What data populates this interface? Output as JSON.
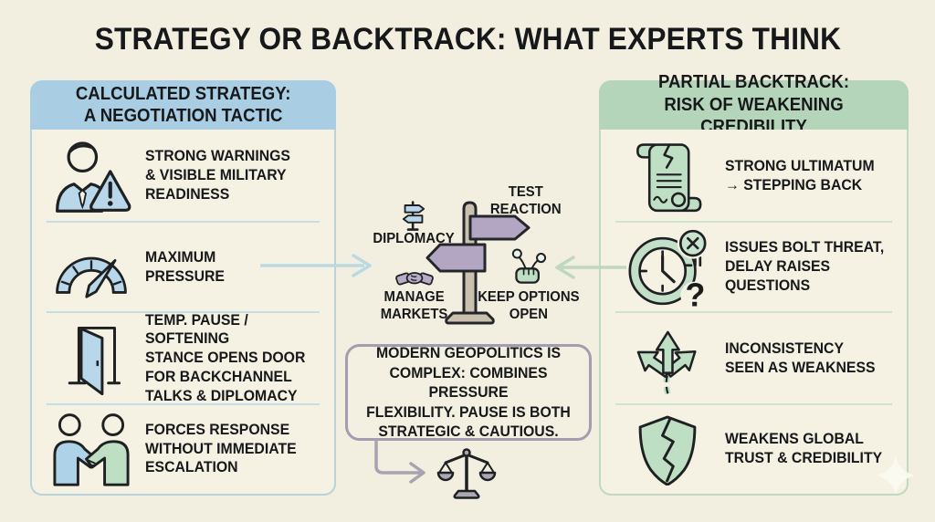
{
  "title": "STRATEGY OR BACKTRACK: WHAT EXPERTS THINK",
  "left_panel": {
    "header": "CALCULATED STRATEGY:\nA NEGOTIATION TACTIC",
    "items": [
      {
        "icon": "person-warning-icon",
        "text": "STRONG WARNINGS\n& VISIBLE MILITARY\nREADINESS"
      },
      {
        "icon": "gauge-icon",
        "text": "MAXIMUM\nPRESSURE"
      },
      {
        "icon": "open-door-icon",
        "text": "TEMP. PAUSE / SOFTENING\nSTANCE OPENS DOOR\nFOR BACKCHANNEL\nTALKS & DIPLOMACY"
      },
      {
        "icon": "handshake-people-icon",
        "text": "FORCES RESPONSE\nWITHOUT IMMEDIATE\nESCALATION"
      }
    ]
  },
  "right_panel": {
    "header": "PARTIAL BACKTRACK:\nRISK OF WEAKENING CREDIBILITY",
    "items": [
      {
        "icon": "torn-scroll-icon",
        "text": "STRONG ULTIMATUM\n→ STEPPING BACK"
      },
      {
        "icon": "clock-question-icon",
        "text": "ISSUES BOLT THREAT,\nDELAY RAISES\nQUESTIONS"
      },
      {
        "icon": "branching-arrows-icon",
        "text": "INCONSISTENCY\nSEEN AS WEAKNESS"
      },
      {
        "icon": "broken-shield-icon",
        "text": "WEAKENS GLOBAL\nTRUST & CREDIBILITY"
      }
    ]
  },
  "center": {
    "labels": {
      "test_reaction": "TEST\nREACTION",
      "diplomacy": "DIPLOMACY",
      "manage_markets": "MANAGE\nMARKETS",
      "keep_options_open": "KEEP OPTIONS\nOPEN"
    },
    "note": "MODERN GEOPOLITICS IS\nCOMPLEX: COMBINES PRESSURE\nFLEXIBILITY. PAUSE IS BOTH\nSTRATEGIC & CAUTIOUS."
  },
  "colors": {
    "background": "#f2efe0",
    "panel_body": "#f5f2e3",
    "blue_header": "#a9cee3",
    "green_header": "#b5d5bb",
    "blue_icon_fill": "#b8d7ea",
    "green_icon_fill": "#bfdfc5",
    "purple_sign": "#b3a6c3",
    "pole_tan": "#c9c0b0",
    "arrow_blue": "#b9dae3",
    "arrow_green": "#bdd8bf",
    "arrow_gray": "#a8a2b1",
    "text": "#17181a"
  }
}
